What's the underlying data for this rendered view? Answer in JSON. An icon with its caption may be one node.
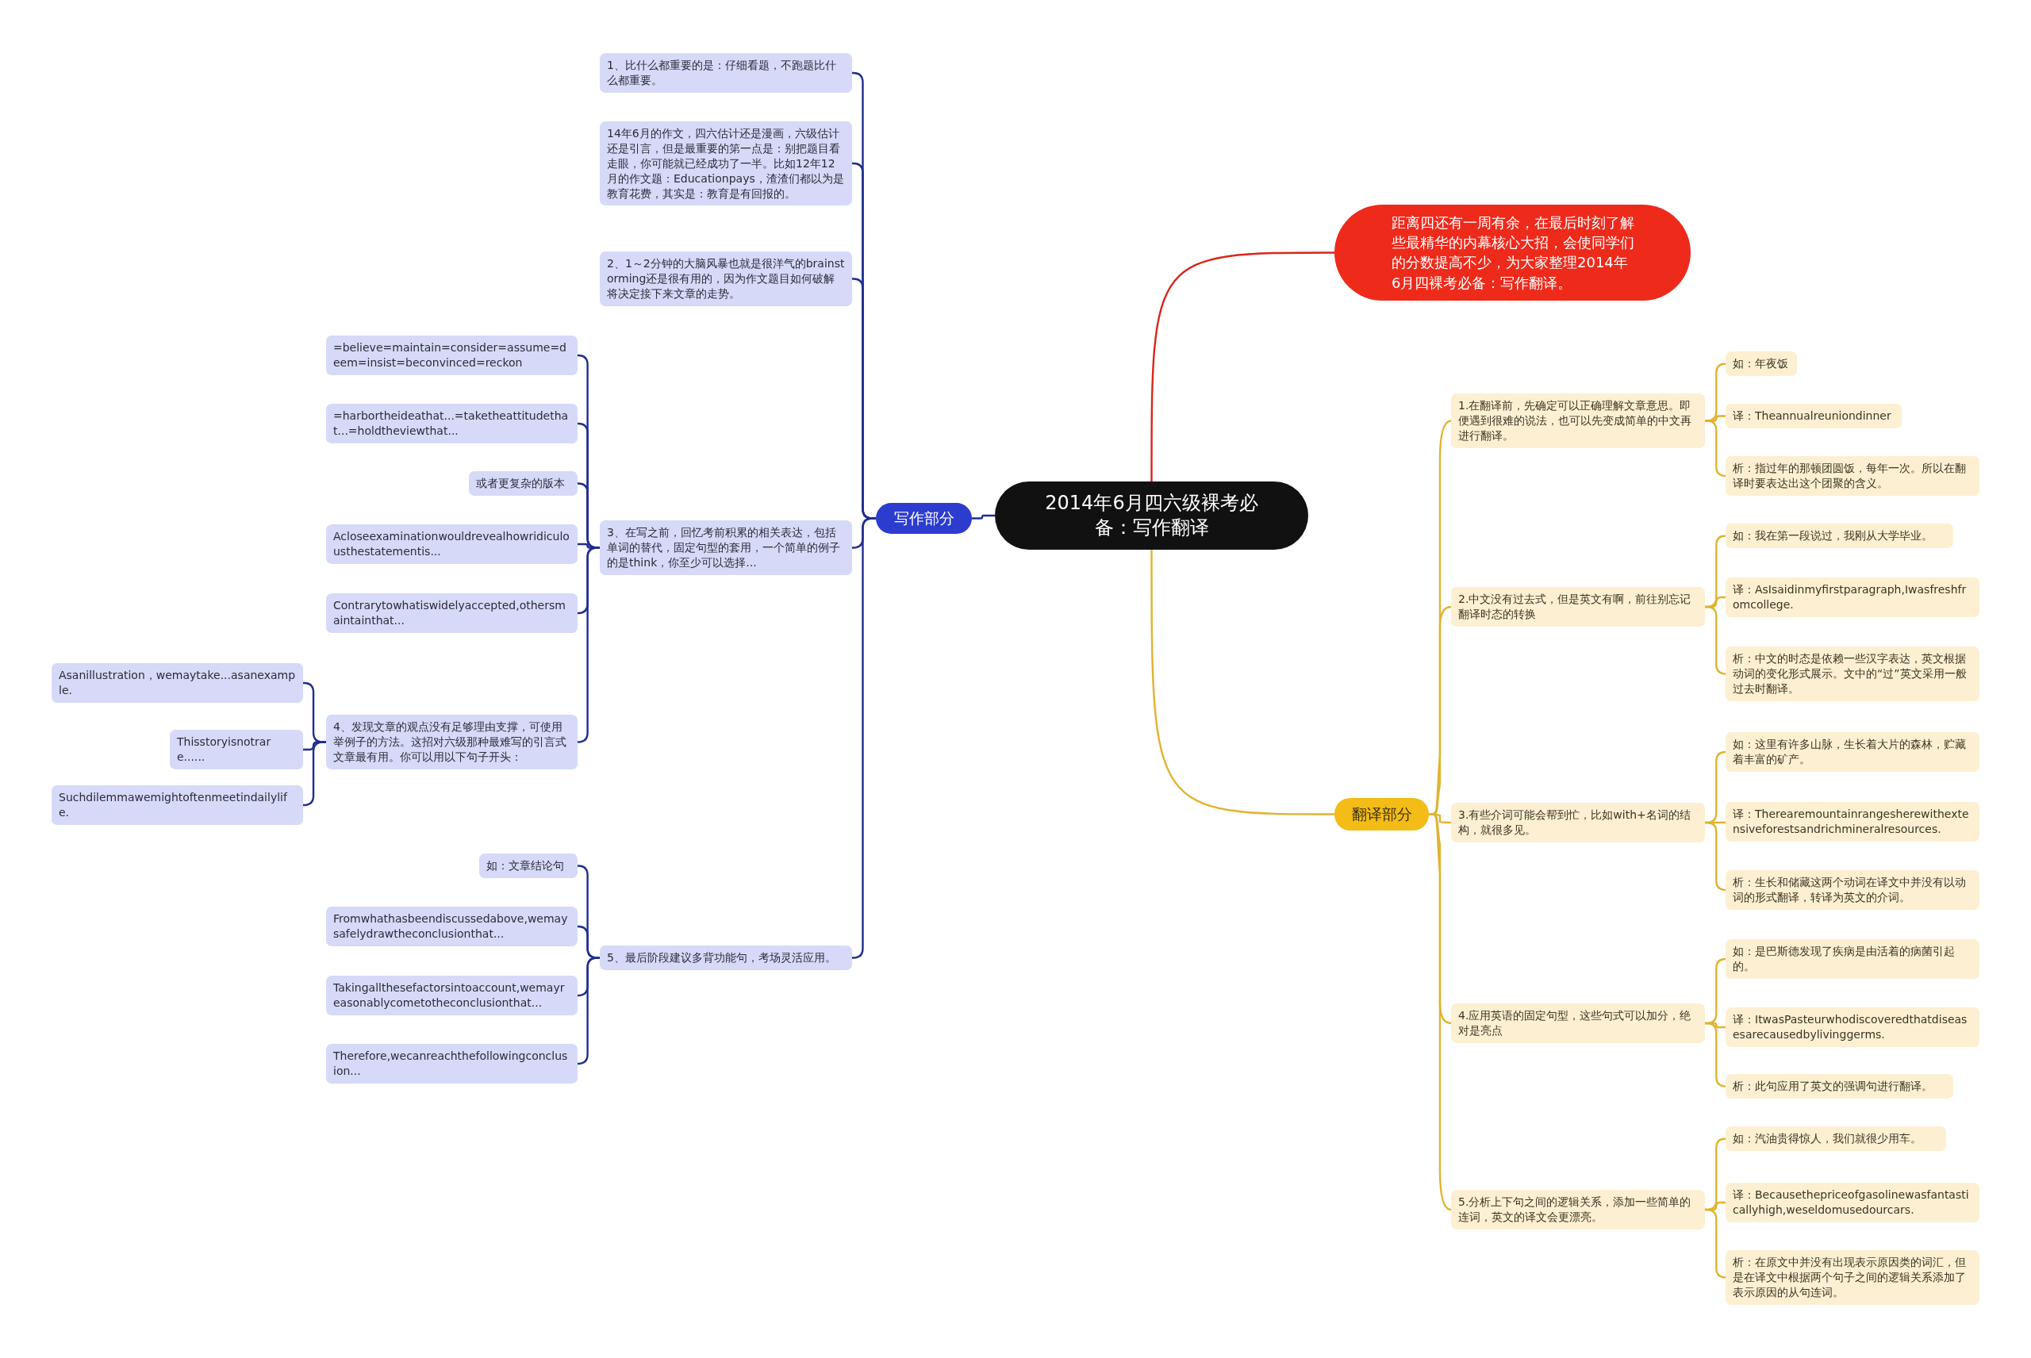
{
  "diagram": {
    "nodes": [
      {
        "text": [
          "2014年6月四六级裸考必备：写作翻译"
        ]
      },
      {
        "text": [
          "距离四还有一周有余，在最后时刻了解些最精华的内幕核心大招，会使同学们的分数提高不少，为大家整理2014年6月四裸考必备：写作翻译。"
        ]
      },
      {
        "text": [
          "写作部分"
        ]
      },
      {
        "text": [
          "翻译部分"
        ]
      },
      {
        "text": [
          "1、比什么都重要的是：仔细看题，不跑题比什么都重要。"
        ]
      },
      {
        "text": [
          "14年6月的作文，四六估计还是漫画，六级估计还是引言，但是最重要的第一点是：别把题目看走眼，你可能就已经成功了一半。比如12年12月的作文题：Educationpays，渣渣们都以为是教育花费，其实是：教育是有回报的。"
        ]
      },
      {
        "text": [
          "2、1～2分钟的大脑风暴也就是很洋气的brainstorming还是很有用的，因为作文题目如何破解将决定接下来文章的走势。"
        ]
      },
      {
        "text": [
          "3、在写之前，回忆考前积累的相关表达，包括单词的替代，固定句型的套用，一个简单的例子的是think，你至少可以选择..."
        ]
      },
      {
        "text": [
          "=believe=maintain=consider=assume=deem=insist=beconvinced=reckon"
        ]
      },
      {
        "text": [
          "=harbortheideathat...=taketheattitudethat...=holdtheviewthat..."
        ]
      },
      {
        "text": [
          "或者更复杂的版本"
        ]
      },
      {
        "text": [
          "Acloseexaminationwouldrevealhowridiculousthestatementis..."
        ]
      },
      {
        "text": [
          "Contrarytowhatiswidelyaccepted,othersmaintainthat..."
        ]
      },
      {
        "text": [
          "4、发现文章的观点没有足够理由支撑，可使用举例子的方法。这招对六级那种最难写的引言式文章最有用。你可以用以下句子开头："
        ]
      },
      {
        "text": [
          "Asanillustration，wemaytake...asanexample."
        ]
      },
      {
        "text": [
          "Thisstoryisnotrare......"
        ]
      },
      {
        "text": [
          "Suchdilemmawemightoftenmeetindailylife."
        ]
      },
      {
        "text": [
          "5、最后阶段建议多背功能句，考场灵活应用。"
        ]
      },
      {
        "text": [
          "如：文章结论句"
        ]
      },
      {
        "text": [
          "Fromwhathasbeendiscussedabove,wemaysafelydrawtheconclusionthat..."
        ]
      },
      {
        "text": [
          "Takingallthesefactorsintoaccount,wemayreasonablycometotheconclusionthat..."
        ]
      },
      {
        "text": [
          "Therefore,wecanreachthefollowingconclusion..."
        ]
      },
      {
        "text": [
          "1.在翻译前，先确定可以正确理解文章意思。即便遇到很难的说法，也可以先变成简单的中文再进行翻译。"
        ]
      },
      {
        "text": [
          "如：年夜饭"
        ]
      },
      {
        "text": [
          "译：Theannualreuniondinner"
        ]
      },
      {
        "text": [
          "析：指过年的那顿团圆饭，每年一次。所以在翻译时要表达出这个团聚的含义。"
        ]
      },
      {
        "text": [
          "2.中文没有过去式，但是英文有啊，前往别忘记翻译时态的转换"
        ]
      },
      {
        "text": [
          "如：我在第一段说过，我刚从大学毕业。"
        ]
      },
      {
        "text": [
          "译：AsIsaidinmyfirstparagraph,Iwasfreshfromcollege."
        ]
      },
      {
        "text": [
          "析：中文的时态是依赖一些汉字表达，英文根据动词的变化形式展示。文中的“过”英文采用一般过去时翻译。"
        ]
      },
      {
        "text": [
          "3.有些介词可能会帮到忙，比如with+名词的结构，就很多见。"
        ]
      },
      {
        "text": [
          "如：这里有许多山脉，生长着大片的森林，贮藏着丰富的矿产。"
        ]
      },
      {
        "text": [
          "译：Therearemountainrangesherewithextensiveforestsandrichmineralresources."
        ]
      },
      {
        "text": [
          "析：生长和储藏这两个动词在译文中并没有以动词的形式翻译，转译为英文的介词。"
        ]
      },
      {
        "text": [
          "4.应用英语的固定句型，这些句式可以加分，绝对是亮点"
        ]
      },
      {
        "text": [
          "如：是巴斯德发现了疾病是由活着的病菌引起的。"
        ]
      },
      {
        "text": [
          "译：ItwasPasteurwhodiscoveredthatdiseasesarecausedbylivinggerms."
        ]
      },
      {
        "text": [
          "析：此句应用了英文的强调句进行翻译。"
        ]
      },
      {
        "text": [
          "5.分析上下句之间的逻辑关系，添加一些简单的连词，英文的译文会更漂亮。"
        ]
      },
      {
        "text": [
          "如：汽油贵得惊人，我们就很少用车。"
        ]
      },
      {
        "text": [
          "译：Becausethepriceofgasolinewasfantasticallyhigh,weseldomusedourcars."
        ]
      },
      {
        "text": [
          "析：在原文中并没有出现表示原因类的词汇，但是在译文中根据两个句子之间的逻辑关系添加了表示原因的从句连词。"
        ]
      }
    ],
    "edges": [
      {
        "from": 0,
        "to": 1,
        "arrow": "none",
        "color": "#d9261c"
      },
      {
        "from": 0,
        "to": 2,
        "arrow": "none",
        "color": "#1f2e8f"
      },
      {
        "from": 0,
        "to": 3,
        "arrow": "none"
      },
      {
        "from": 2,
        "to": 4,
        "arrow": "none",
        "color": "#1f2e8f"
      },
      {
        "from": 2,
        "to": 5,
        "arrow": "none",
        "color": "#1f2e8f"
      },
      {
        "from": 2,
        "to": 6,
        "arrow": "none",
        "color": "#1f2e8f"
      },
      {
        "from": 2,
        "to": 7,
        "arrow": "none",
        "color": "#1f2e8f"
      },
      {
        "from": 2,
        "to": 17,
        "arrow": "none",
        "color": "#1f2e8f"
      },
      {
        "from": 7,
        "to": 8,
        "arrow": "none",
        "color": "#1f2e8f"
      },
      {
        "from": 7,
        "to": 9,
        "arrow": "none",
        "color": "#1f2e8f"
      },
      {
        "from": 7,
        "to": 10,
        "arrow": "none",
        "color": "#1f2e8f"
      },
      {
        "from": 7,
        "to": 11,
        "arrow": "none",
        "color": "#1f2e8f"
      },
      {
        "from": 7,
        "to": 12,
        "arrow": "none",
        "color": "#1f2e8f"
      },
      {
        "from": 7,
        "to": 13,
        "arrow": "none",
        "color": "#1f2e8f"
      },
      {
        "from": 13,
        "to": 14,
        "arrow": "none",
        "color": "#1f2e8f"
      },
      {
        "from": 13,
        "to": 15,
        "arrow": "none",
        "color": "#1f2e8f"
      },
      {
        "from": 13,
        "to": 16,
        "arrow": "none",
        "color": "#1f2e8f"
      },
      {
        "from": 17,
        "to": 18,
        "arrow": "none",
        "color": "#1f2e8f"
      },
      {
        "from": 17,
        "to": 19,
        "arrow": "none",
        "color": "#1f2e8f"
      },
      {
        "from": 17,
        "to": 20,
        "arrow": "none",
        "color": "#1f2e8f"
      },
      {
        "from": 17,
        "to": 21,
        "arrow": "none",
        "color": "#1f2e8f"
      },
      {
        "from": 3,
        "to": 22,
        "arrow": "none"
      },
      {
        "from": 3,
        "to": 26,
        "arrow": "none"
      },
      {
        "from": 3,
        "to": 30,
        "arrow": "none"
      },
      {
        "from": 3,
        "to": 34,
        "arrow": "none"
      },
      {
        "from": 3,
        "to": 38,
        "arrow": "none"
      },
      {
        "from": 22,
        "to": 23,
        "arrow": "none"
      },
      {
        "from": 22,
        "to": 24,
        "arrow": "none"
      },
      {
        "from": 22,
        "to": 25,
        "arrow": "none"
      },
      {
        "from": 26,
        "to": 27,
        "arrow": "none"
      },
      {
        "from": 26,
        "to": 28,
        "arrow": "none"
      },
      {
        "from": 26,
        "to": 29,
        "arrow": "none"
      },
      {
        "from": 30,
        "to": 31,
        "arrow": "none"
      },
      {
        "from": 30,
        "to": 32,
        "arrow": "none"
      },
      {
        "from": 30,
        "to": 33,
        "arrow": "none"
      },
      {
        "from": 34,
        "to": 35,
        "arrow": "none"
      },
      {
        "from": 34,
        "to": 36,
        "arrow": "none"
      },
      {
        "from": 34,
        "to": 37,
        "arrow": "none"
      },
      {
        "from": 38,
        "to": 39,
        "arrow": "none"
      },
      {
        "from": 38,
        "to": 40,
        "arrow": "none"
      },
      {
        "from": 38,
        "to": 41,
        "arrow": "none"
      }
    ]
  }
}
